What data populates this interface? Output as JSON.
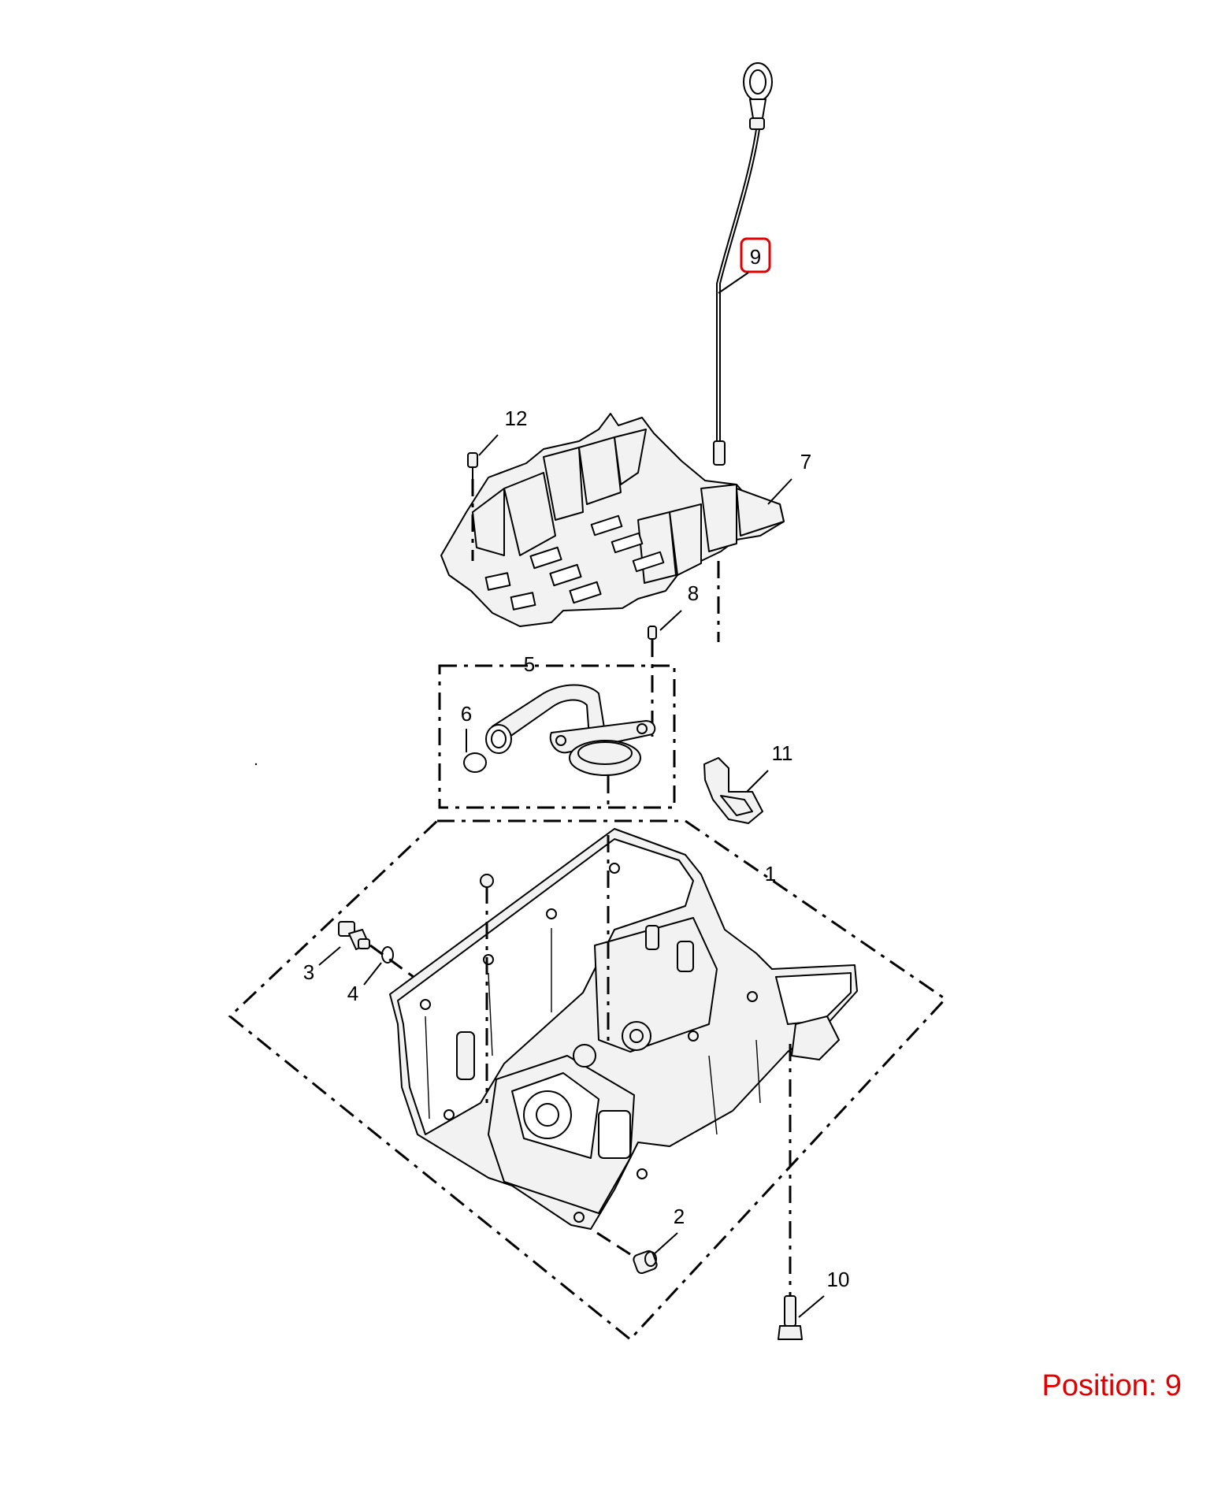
{
  "callouts": {
    "c1": "1",
    "c2": "2",
    "c3": "3",
    "c4": "4",
    "c5": "5",
    "c6": "6",
    "c7": "7",
    "c8": "8",
    "c9": "9",
    "c10": "10",
    "c11": "11",
    "c12": "12"
  },
  "selected_callout": "9",
  "position_label": "Position: 9",
  "colors": {
    "highlight": "#e00000",
    "line": "#000000",
    "fill": "#f2f2f2"
  }
}
